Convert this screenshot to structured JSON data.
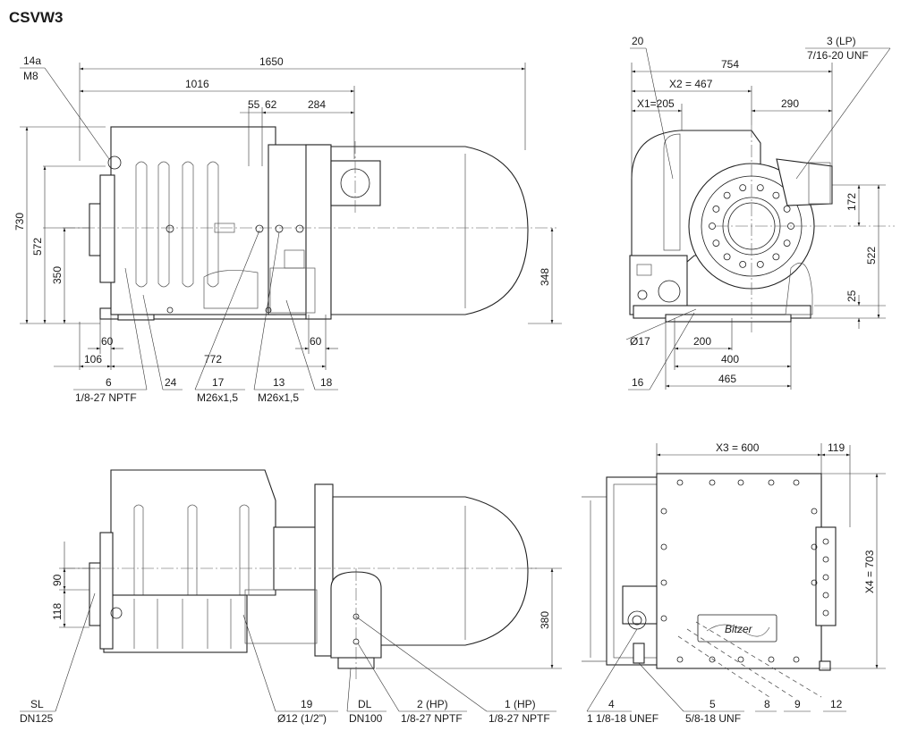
{
  "title": "CSVW3",
  "views": {
    "side": {
      "dims": {
        "d1650": "1650",
        "d1016": "1016",
        "d55": "55",
        "d62": "62",
        "d284": "284",
        "d730": "730",
        "d572": "572",
        "d350": "350",
        "d348": "348",
        "d60a": "60",
        "d60b": "60",
        "d106": "106",
        "d772": "772"
      },
      "callouts": [
        {
          "num": "14a",
          "spec": "M8"
        },
        {
          "num": "6",
          "spec": "1/8-27 NPTF"
        },
        {
          "num": "24",
          "spec": ""
        },
        {
          "num": "17",
          "spec": "M26x1,5"
        },
        {
          "num": "13",
          "spec": "M26x1,5"
        },
        {
          "num": "18",
          "spec": ""
        }
      ]
    },
    "end": {
      "dims": {
        "d754": "754",
        "x2": "X2 = 467",
        "x1": "X1=205",
        "d290": "290",
        "d172": "172",
        "d522": "522",
        "d25": "25",
        "d17": "Ø17",
        "d200": "200",
        "d400": "400",
        "d465": "465"
      },
      "callouts": [
        {
          "num": "20",
          "spec": ""
        },
        {
          "num": "3 (LP)",
          "spec": "7/16-20 UNF"
        },
        {
          "num": "16",
          "spec": ""
        }
      ]
    },
    "front": {
      "dims": {
        "d90": "90",
        "d118": "118",
        "d380": "380"
      },
      "callouts": [
        {
          "num": "SL",
          "spec": "DN125"
        },
        {
          "num": "19",
          "spec": "Ø12 (1/2\")"
        },
        {
          "num": "DL",
          "spec": "DN100"
        },
        {
          "num": "2 (HP)",
          "spec": "1/8-27 NPTF"
        },
        {
          "num": "1 (HP)",
          "spec": "1/8-27 NPTF"
        }
      ]
    },
    "top": {
      "dims": {
        "x3": "X3 = 600",
        "d119": "119",
        "x4": "X4 = 703"
      },
      "callouts": [
        {
          "num": "4",
          "spec": "1 1/8-18 UNEF"
        },
        {
          "num": "5",
          "spec": "5/8-18 UNF"
        },
        {
          "num": "8",
          "spec": ""
        },
        {
          "num": "9",
          "spec": ""
        },
        {
          "num": "12",
          "spec": ""
        }
      ],
      "brand_plate": "Bitzer"
    }
  }
}
